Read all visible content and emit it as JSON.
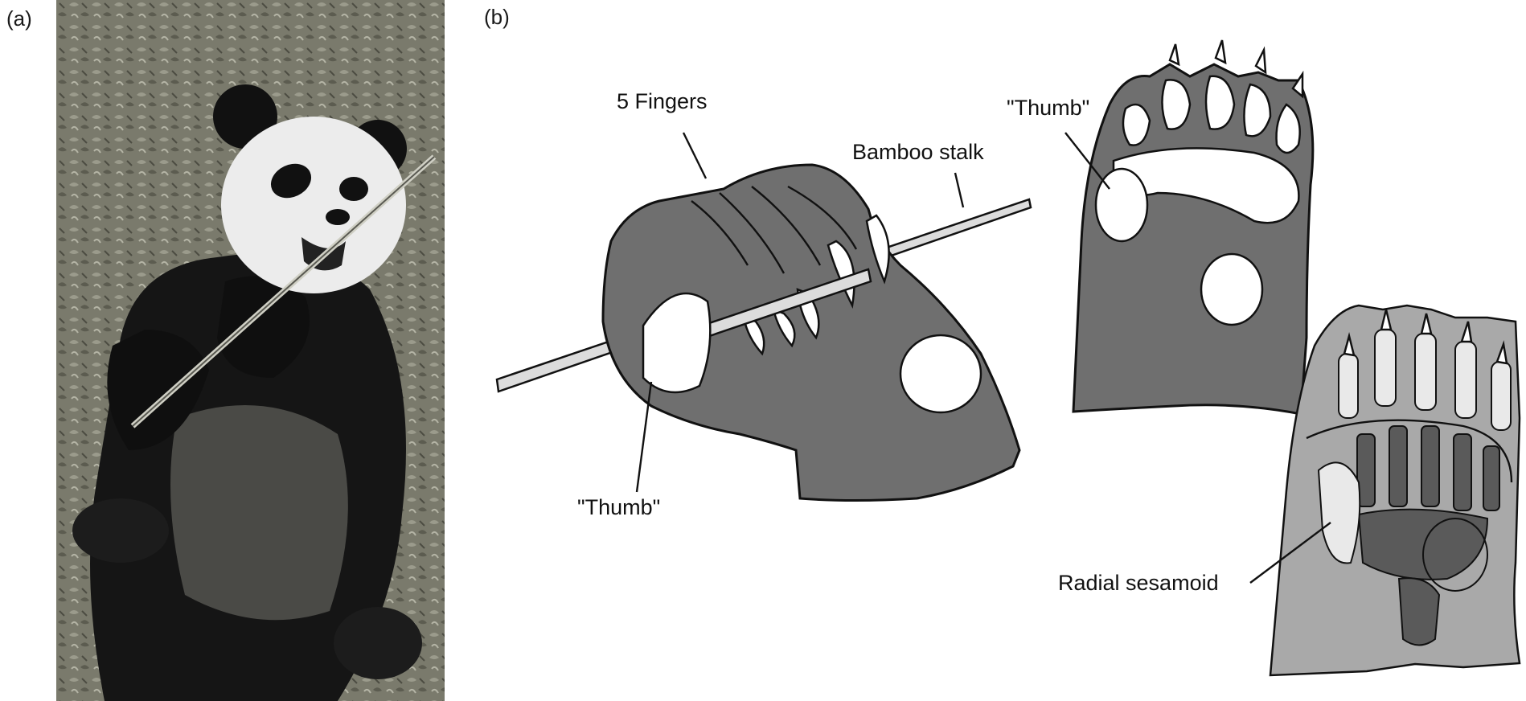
{
  "panels": {
    "a": {
      "label": "(a)"
    },
    "b": {
      "label": "(b)"
    }
  },
  "labels": {
    "fingers": "5 Fingers",
    "bamboo": "Bamboo stalk",
    "thumb_grasp": "\"Thumb\"",
    "thumb_paw": "\"Thumb\"",
    "radial_sesamoid": "Radial sesamoid"
  },
  "photo": {
    "subject": "panda-eating-bamboo-photo",
    "colors": {
      "fur_white": "#e8e8e8",
      "fur_black": "#151515",
      "ground": "#6d6d5e"
    }
  },
  "colors": {
    "paw_fill": "#6f6f6f",
    "paw_light": "#a9a9a9",
    "pad_fill": "#ffffff",
    "outline": "#111111"
  }
}
